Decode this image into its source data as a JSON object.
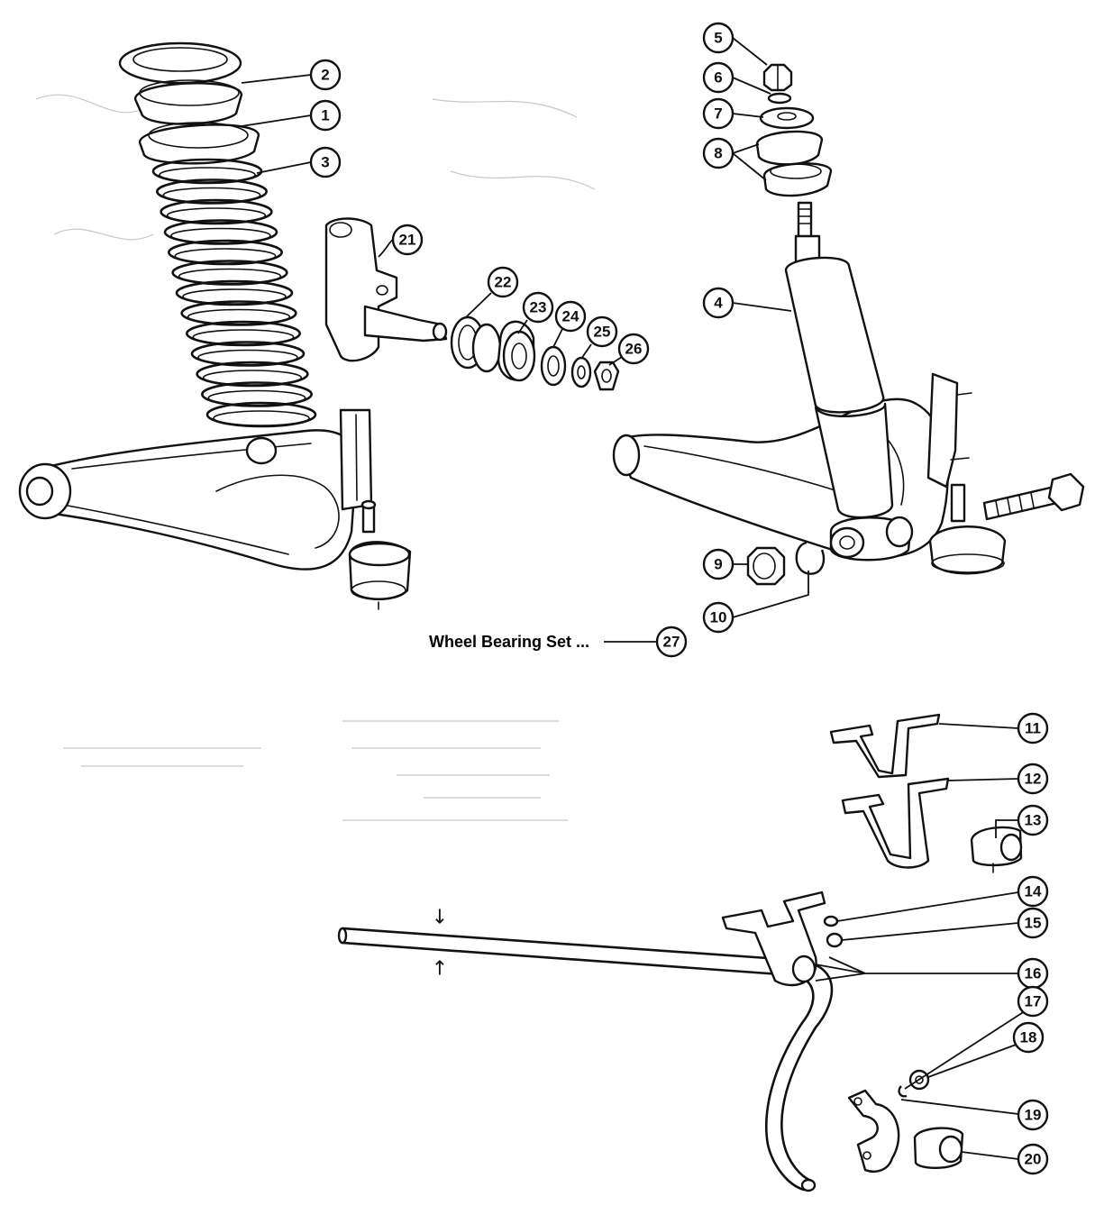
{
  "caption": "Wheel Bearing Set ...",
  "callouts": [
    "1",
    "2",
    "3",
    "4",
    "5",
    "6",
    "7",
    "8",
    "9",
    "10",
    "11",
    "12",
    "13",
    "14",
    "15",
    "16",
    "17",
    "18",
    "19",
    "20",
    "21",
    "22",
    "23",
    "24",
    "25",
    "26",
    "27"
  ],
  "stabilizer_marks": {
    "down_arrow": "↓",
    "up_arrow": "↑"
  },
  "colors": {
    "ink": "#111111",
    "paper": "#ffffff"
  },
  "icons": [
    "coil-spring",
    "spring-seat",
    "shock-absorber",
    "stub-axle",
    "wheel-bearing",
    "lower-control-arm",
    "stabilizer-bar",
    "bracket",
    "bushing",
    "nut",
    "washer"
  ]
}
